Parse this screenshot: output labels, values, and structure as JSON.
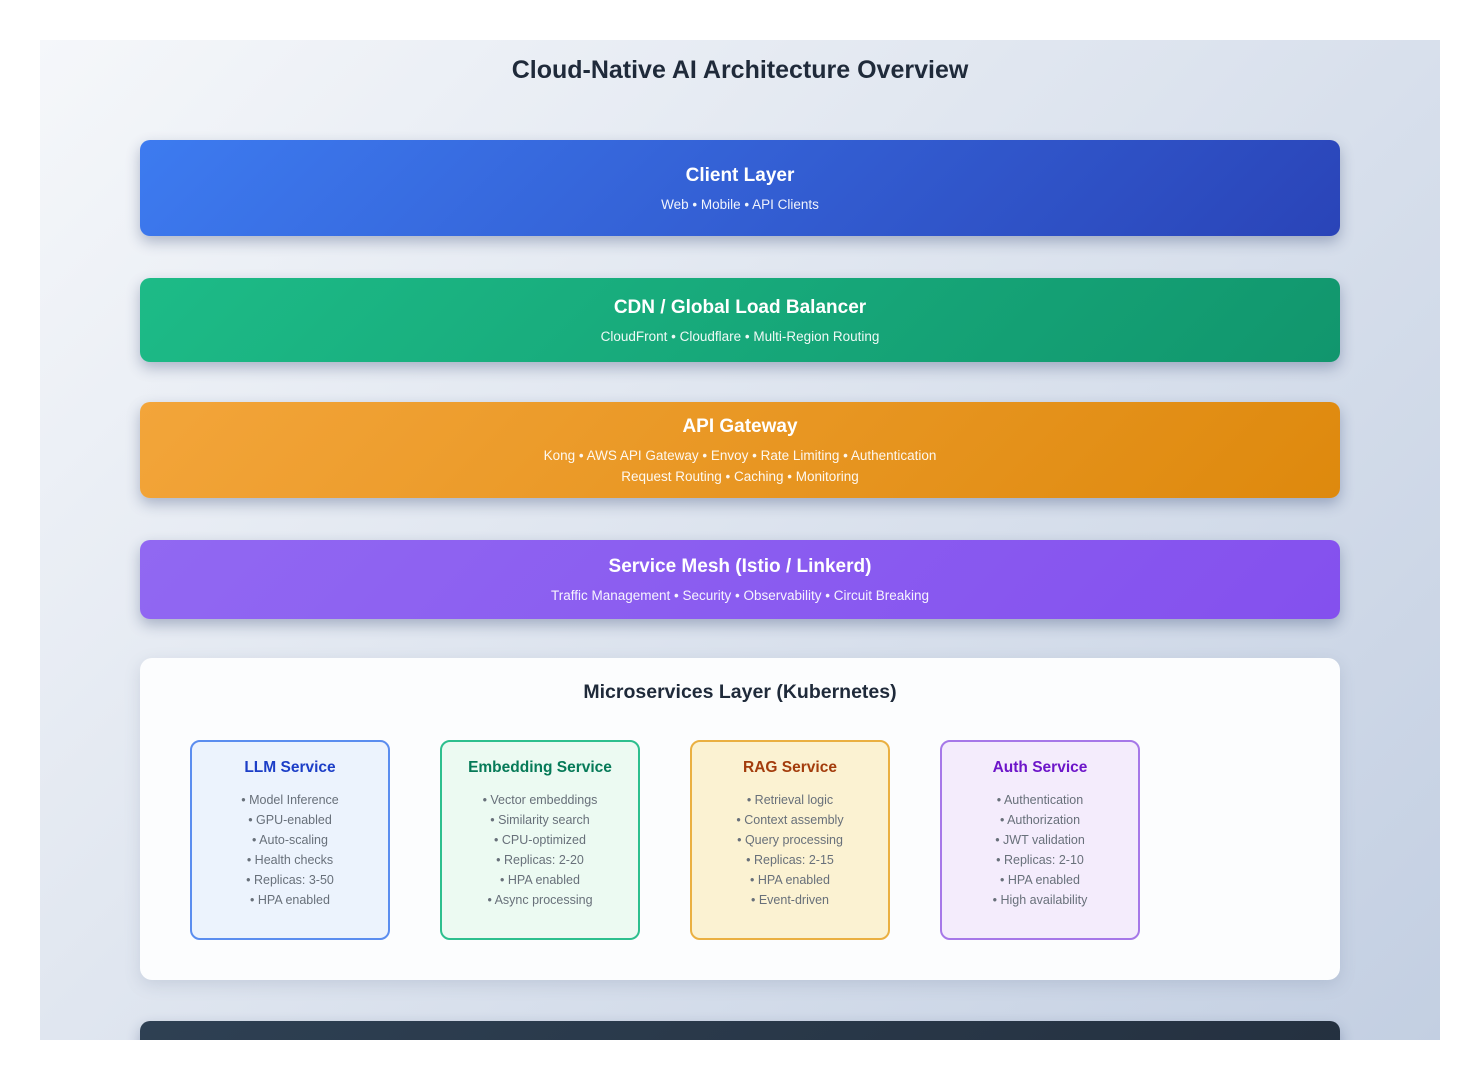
{
  "page": {
    "title": "Cloud-Native AI Architecture Overview"
  },
  "layers": [
    {
      "id": "client",
      "title": "Client Layer",
      "lines": [
        "Web • Mobile • API Clients"
      ],
      "colors": {
        "from": "#3d7bf0",
        "to": "#2a44b8"
      }
    },
    {
      "id": "cdn",
      "title": "CDN / Global Load Balancer",
      "lines": [
        "CloudFront • Cloudflare • Multi-Region Routing"
      ],
      "colors": {
        "from": "#1dbb87",
        "to": "#11966d"
      }
    },
    {
      "id": "gateway",
      "title": "API Gateway",
      "lines": [
        "Kong • AWS API Gateway • Envoy • Rate Limiting • Authentication",
        "Request Routing • Caching • Monitoring"
      ],
      "colors": {
        "from": "#f3a53a",
        "to": "#de890d"
      }
    },
    {
      "id": "mesh",
      "title": "Service Mesh (Istio / Linkerd)",
      "lines": [
        "Traffic Management • Security • Observability • Circuit Breaking"
      ],
      "colors": {
        "from": "#9168f2",
        "to": "#8450ee"
      }
    }
  ],
  "microservices": {
    "title": "Microservices Layer (Kubernetes)",
    "services": [
      {
        "title": "LLM Service",
        "items": [
          "• Model Inference",
          "• GPU-enabled",
          "• Auto-scaling",
          "• Health checks",
          "• Replicas: 3-50",
          "• HPA enabled"
        ],
        "colors": {
          "border": "#5b8def",
          "bg": "#ecf3fd",
          "title": "#1c3ec7"
        }
      },
      {
        "title": "Embedding Service",
        "items": [
          "• Vector embeddings",
          "• Similarity search",
          "• CPU-optimized",
          "• Replicas: 2-20",
          "• HPA enabled",
          "• Async processing"
        ],
        "colors": {
          "border": "#2dbf8e",
          "bg": "#ecfaf2",
          "title": "#067a58"
        }
      },
      {
        "title": "RAG Service",
        "items": [
          "• Retrieval logic",
          "• Context assembly",
          "• Query processing",
          "• Replicas: 2-15",
          "• HPA enabled",
          "• Event-driven"
        ],
        "colors": {
          "border": "#eab042",
          "bg": "#fbf2d2",
          "title": "#a33c0c"
        }
      },
      {
        "title": "Auth Service",
        "items": [
          "• Authentication",
          "• Authorization",
          "• JWT validation",
          "• Replicas: 2-10",
          "• HPA enabled",
          "• High availability"
        ],
        "colors": {
          "border": "#a678e8",
          "bg": "#f4ecfc",
          "title": "#6d15c9"
        }
      }
    ]
  },
  "bottom_band": {
    "colors": {
      "from": "#2e4053",
      "to": "#24303f"
    }
  }
}
